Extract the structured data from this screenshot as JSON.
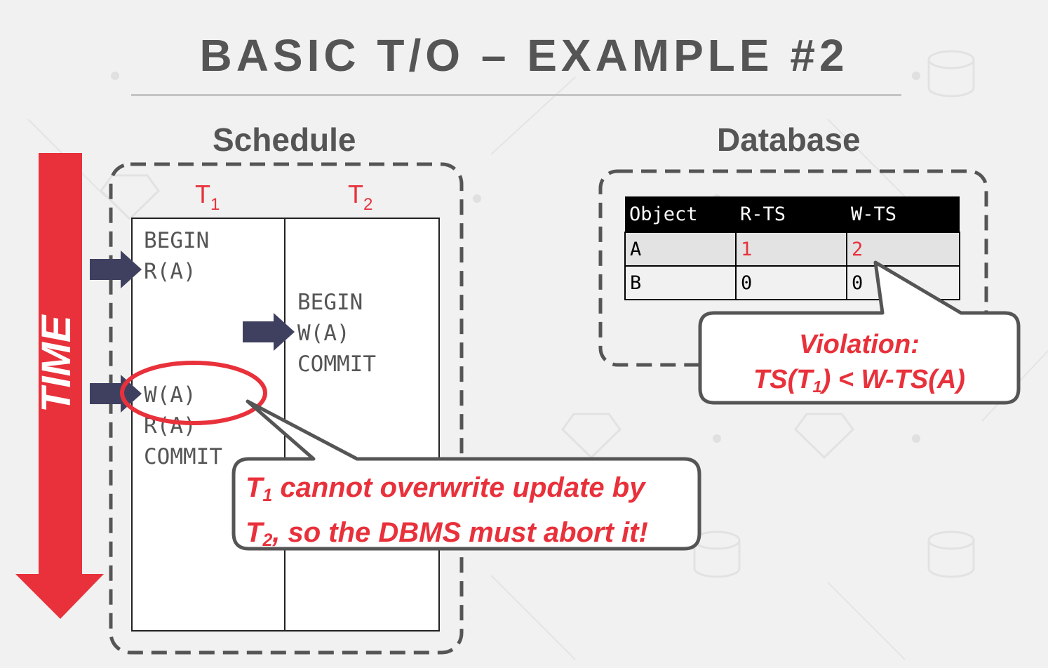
{
  "title": "BASIC T/O – EXAMPLE #2",
  "schedule": {
    "heading": "Schedule",
    "t1": {
      "base": "T",
      "sub": "1"
    },
    "t2": {
      "base": "T",
      "sub": "2"
    },
    "t1_ops_top": [
      "BEGIN",
      "R(A)"
    ],
    "t2_ops": [
      "BEGIN",
      "W(A)",
      "COMMIT"
    ],
    "t1_ops_bottom": [
      "W(A)",
      "R(A)",
      "COMMIT"
    ]
  },
  "time_label": "TIME",
  "database": {
    "heading": "Database",
    "columns": [
      "Object",
      "R-TS",
      "W-TS"
    ],
    "rows": [
      {
        "object": "A",
        "rts": "1",
        "wts": "2"
      },
      {
        "object": "B",
        "rts": "0",
        "wts": "0"
      }
    ]
  },
  "violation": {
    "line1": "Violation:",
    "line2_pre": "TS(T",
    "line2_sub": "1",
    "line2_post": ") < W-TS(A)"
  },
  "abort_note": {
    "line1_pre": "T",
    "line1_sub": "1",
    "line1_post": " cannot overwrite update by",
    "line2_pre": "T",
    "line2_sub": "2",
    "line2_post": ", so the DBMS must abort it!"
  },
  "colors": {
    "accent": "#e8313b",
    "arrow": "#3f4060",
    "text": "#555555",
    "border": "#555555"
  }
}
